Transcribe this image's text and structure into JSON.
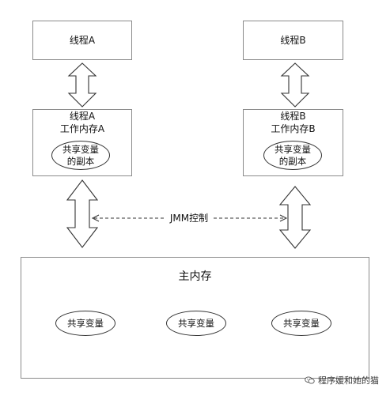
{
  "thread_a": {
    "title": "线程A",
    "memory_line1": "线程A",
    "memory_line2": "工作内存A",
    "copy_line1": "共享变量",
    "copy_line2": "的副本"
  },
  "thread_b": {
    "title": "线程B",
    "memory_line1": "线程B",
    "memory_line2": "工作内存B",
    "copy_line1": "共享变量",
    "copy_line2": "的副本"
  },
  "jmm_control": "JMM控制",
  "main_memory": {
    "title": "主内存",
    "variables": [
      "共享变量",
      "共享变量",
      "共享变量"
    ]
  },
  "watermark": {
    "text": "程序媛和她的猫",
    "icon": "wechat-icon"
  },
  "colors": {
    "border": "#8a8a8a",
    "oval_border": "#333333",
    "arrow": "#333333"
  }
}
